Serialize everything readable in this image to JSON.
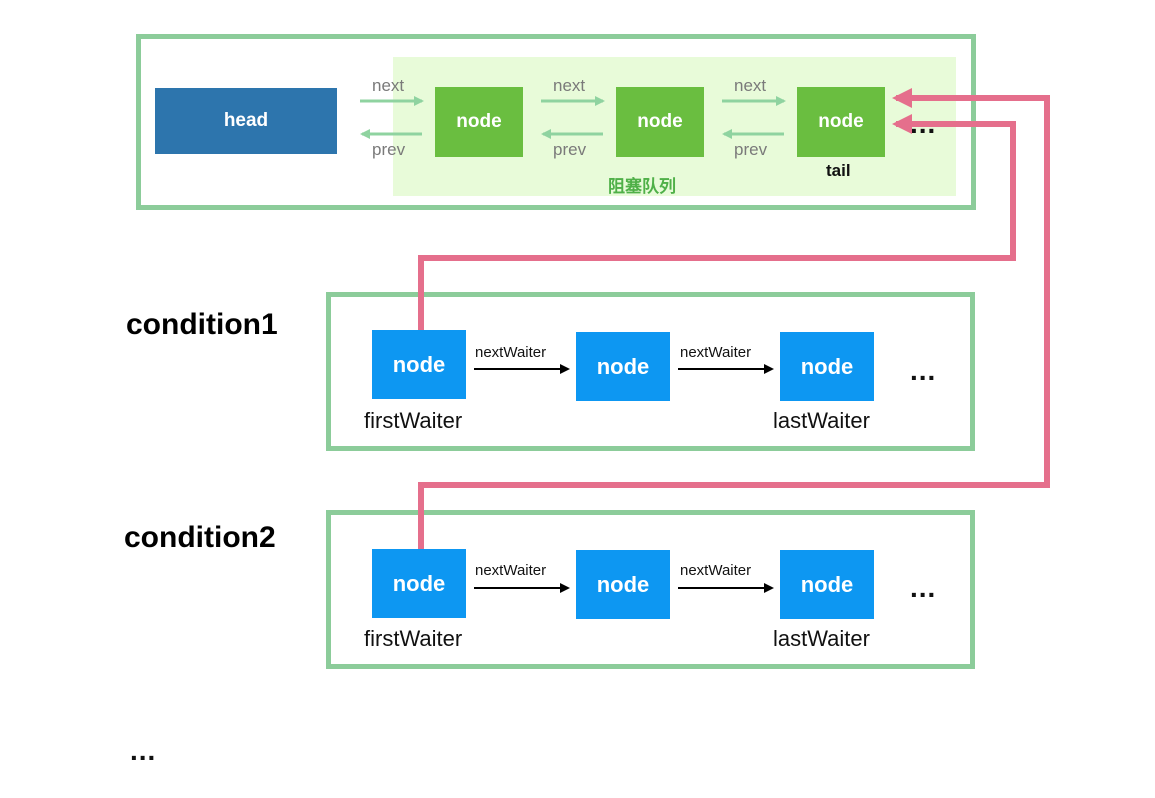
{
  "sync_queue": {
    "head_label": "head",
    "node_label": "node",
    "next_label": "next",
    "prev_label": "prev",
    "tail_label": "tail",
    "queue_label": "阻塞队列",
    "ellipsis": "..."
  },
  "conditions": [
    {
      "title": "condition1",
      "node_label": "node",
      "link_label": "nextWaiter",
      "first_label": "firstWaiter",
      "last_label": "lastWaiter",
      "ellipsis": "..."
    },
    {
      "title": "condition2",
      "node_label": "node",
      "link_label": "nextWaiter",
      "first_label": "firstWaiter",
      "last_label": "lastWaiter",
      "ellipsis": "..."
    }
  ],
  "more_ellipsis": "...",
  "colors": {
    "frame": "#8ccc9a",
    "queue_background": "#e8fbd9",
    "head_fill": "#2d75ad",
    "sync_node_fill": "#6abe40",
    "condition_node_fill": "#0d97f2",
    "transfer_arrow": "#e56f8c",
    "link_arrow": "#000000",
    "queue_arrow": "#8fd3a0"
  }
}
